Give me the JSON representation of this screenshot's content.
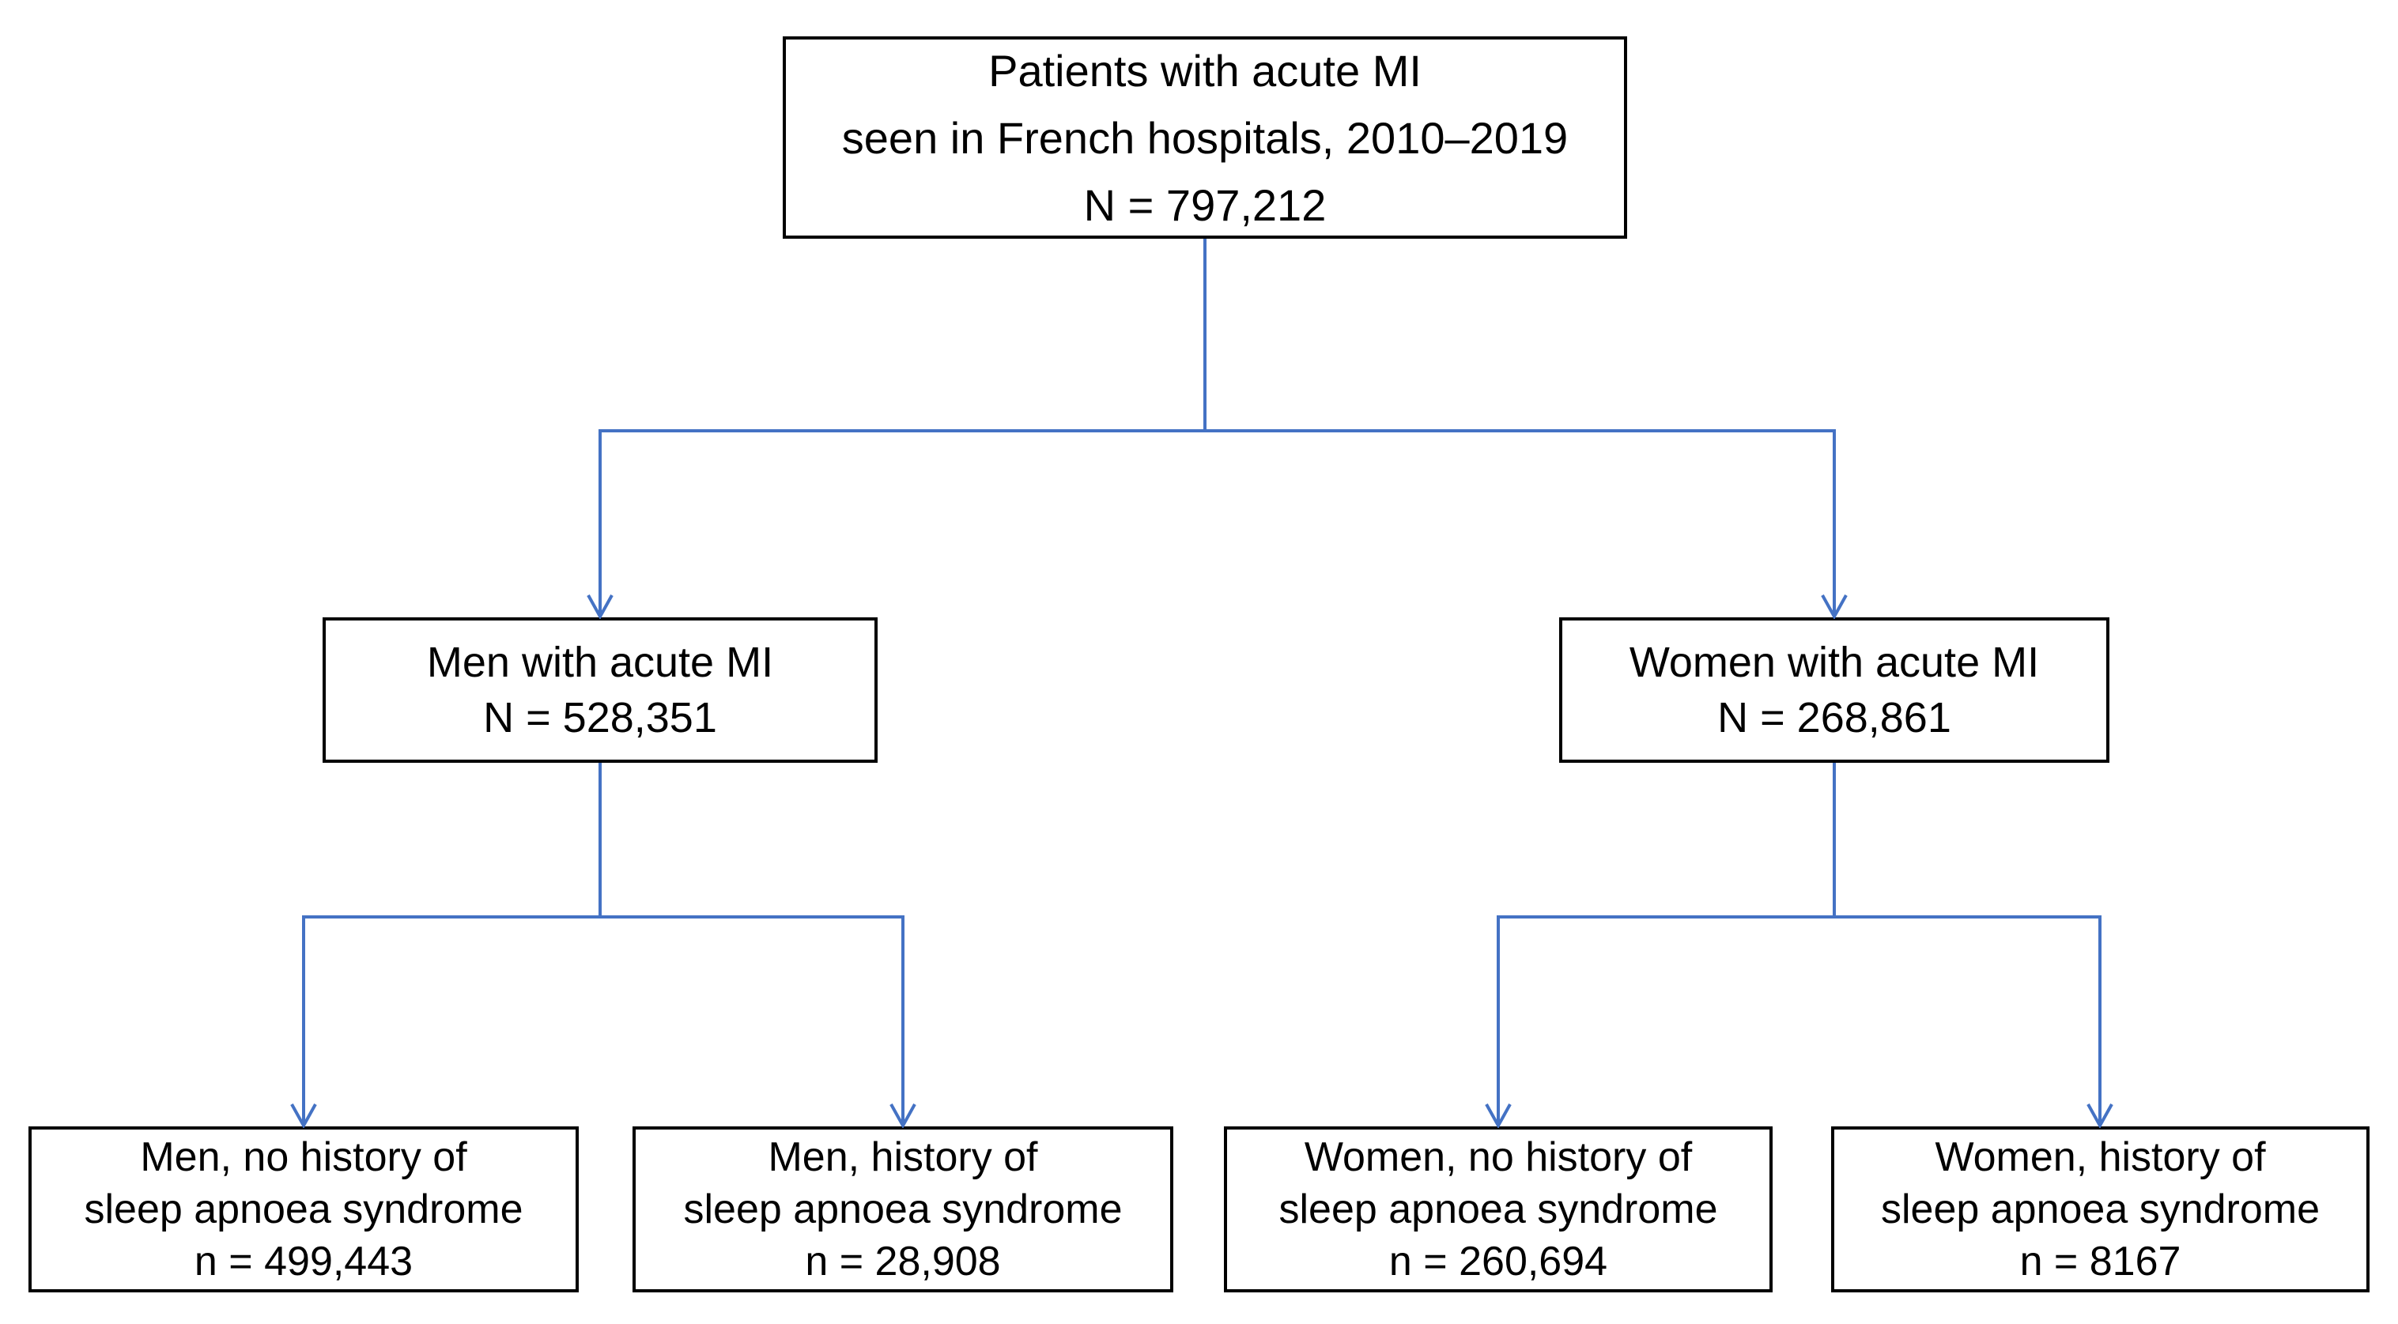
{
  "flowchart": {
    "accent_color": "#4472C4",
    "box_border_color": "#000000",
    "text_color": "#000000",
    "nodes": {
      "root": {
        "lines": [
          "Patients with acute MI",
          "seen in French hospitals, 2010–2019",
          "N = 797,212"
        ],
        "n_value": 797212
      },
      "men": {
        "lines": [
          "Men with acute MI",
          "N = 528,351"
        ],
        "n_value": 528351
      },
      "women": {
        "lines": [
          "Women with acute MI",
          "N = 268,861"
        ],
        "n_value": 268861
      },
      "men_no_sas": {
        "lines": [
          "Men, no history of",
          "sleep apnoea syndrome",
          "n = 499,443"
        ],
        "n_value": 499443
      },
      "men_sas": {
        "lines": [
          "Men, history of",
          "sleep apnoea syndrome",
          "n = 28,908"
        ],
        "n_value": 28908
      },
      "women_no_sas": {
        "lines": [
          "Women, no history of",
          "sleep apnoea syndrome",
          "n = 260,694"
        ],
        "n_value": 260694
      },
      "women_sas": {
        "lines": [
          "Women, history of",
          "sleep apnoea syndrome",
          "n = 8167"
        ],
        "n_value": 8167
      }
    },
    "edges": [
      {
        "from": "root",
        "to": "men"
      },
      {
        "from": "root",
        "to": "women"
      },
      {
        "from": "men",
        "to": "men_no_sas"
      },
      {
        "from": "men",
        "to": "men_sas"
      },
      {
        "from": "women",
        "to": "women_no_sas"
      },
      {
        "from": "women",
        "to": "women_sas"
      }
    ]
  }
}
